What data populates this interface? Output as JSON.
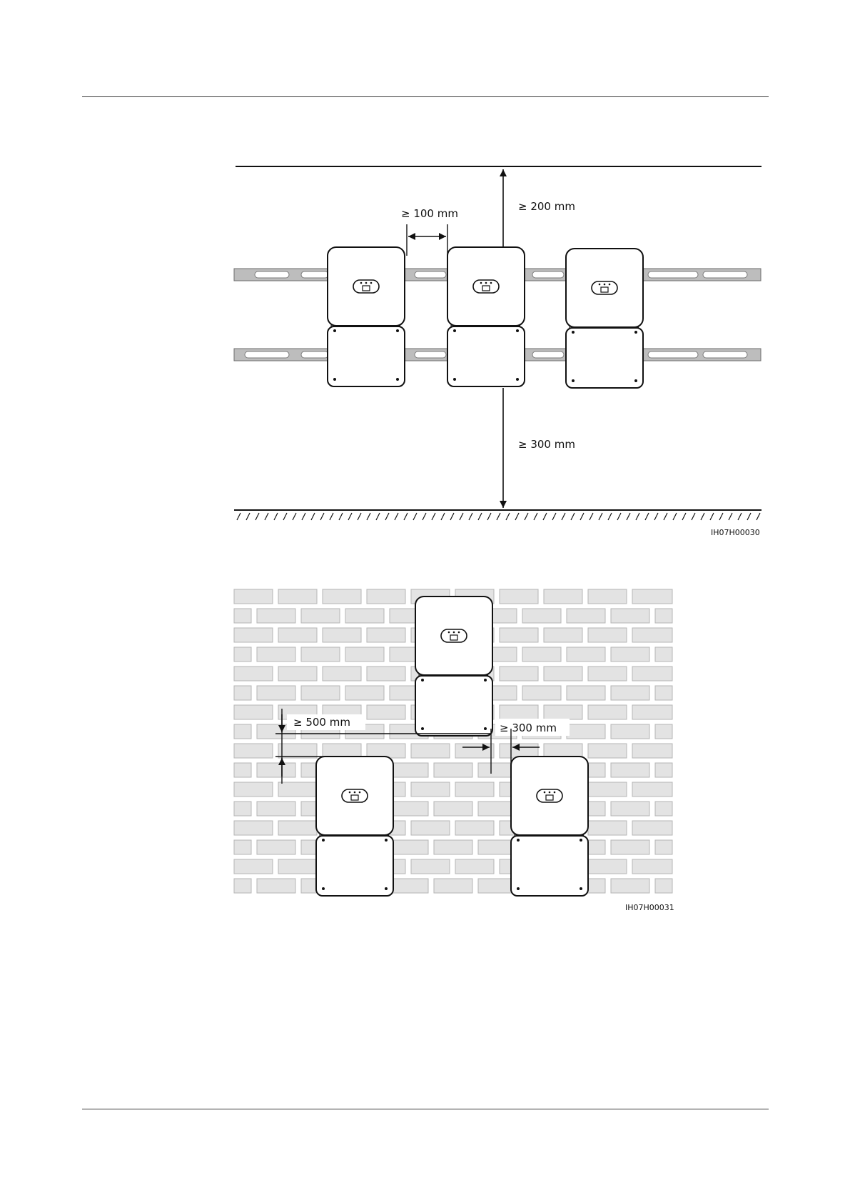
{
  "figure1": {
    "top_clearance": "≥ 200 mm",
    "side_spacing": "≥ 100 mm",
    "bottom_clearance": "≥ 300 mm",
    "figure_code": "IH07H00030"
  },
  "figure2": {
    "vertical_offset": "≥ 500 mm",
    "horizontal_offset": "≥ 300 mm",
    "figure_code": "IH07H00031"
  }
}
